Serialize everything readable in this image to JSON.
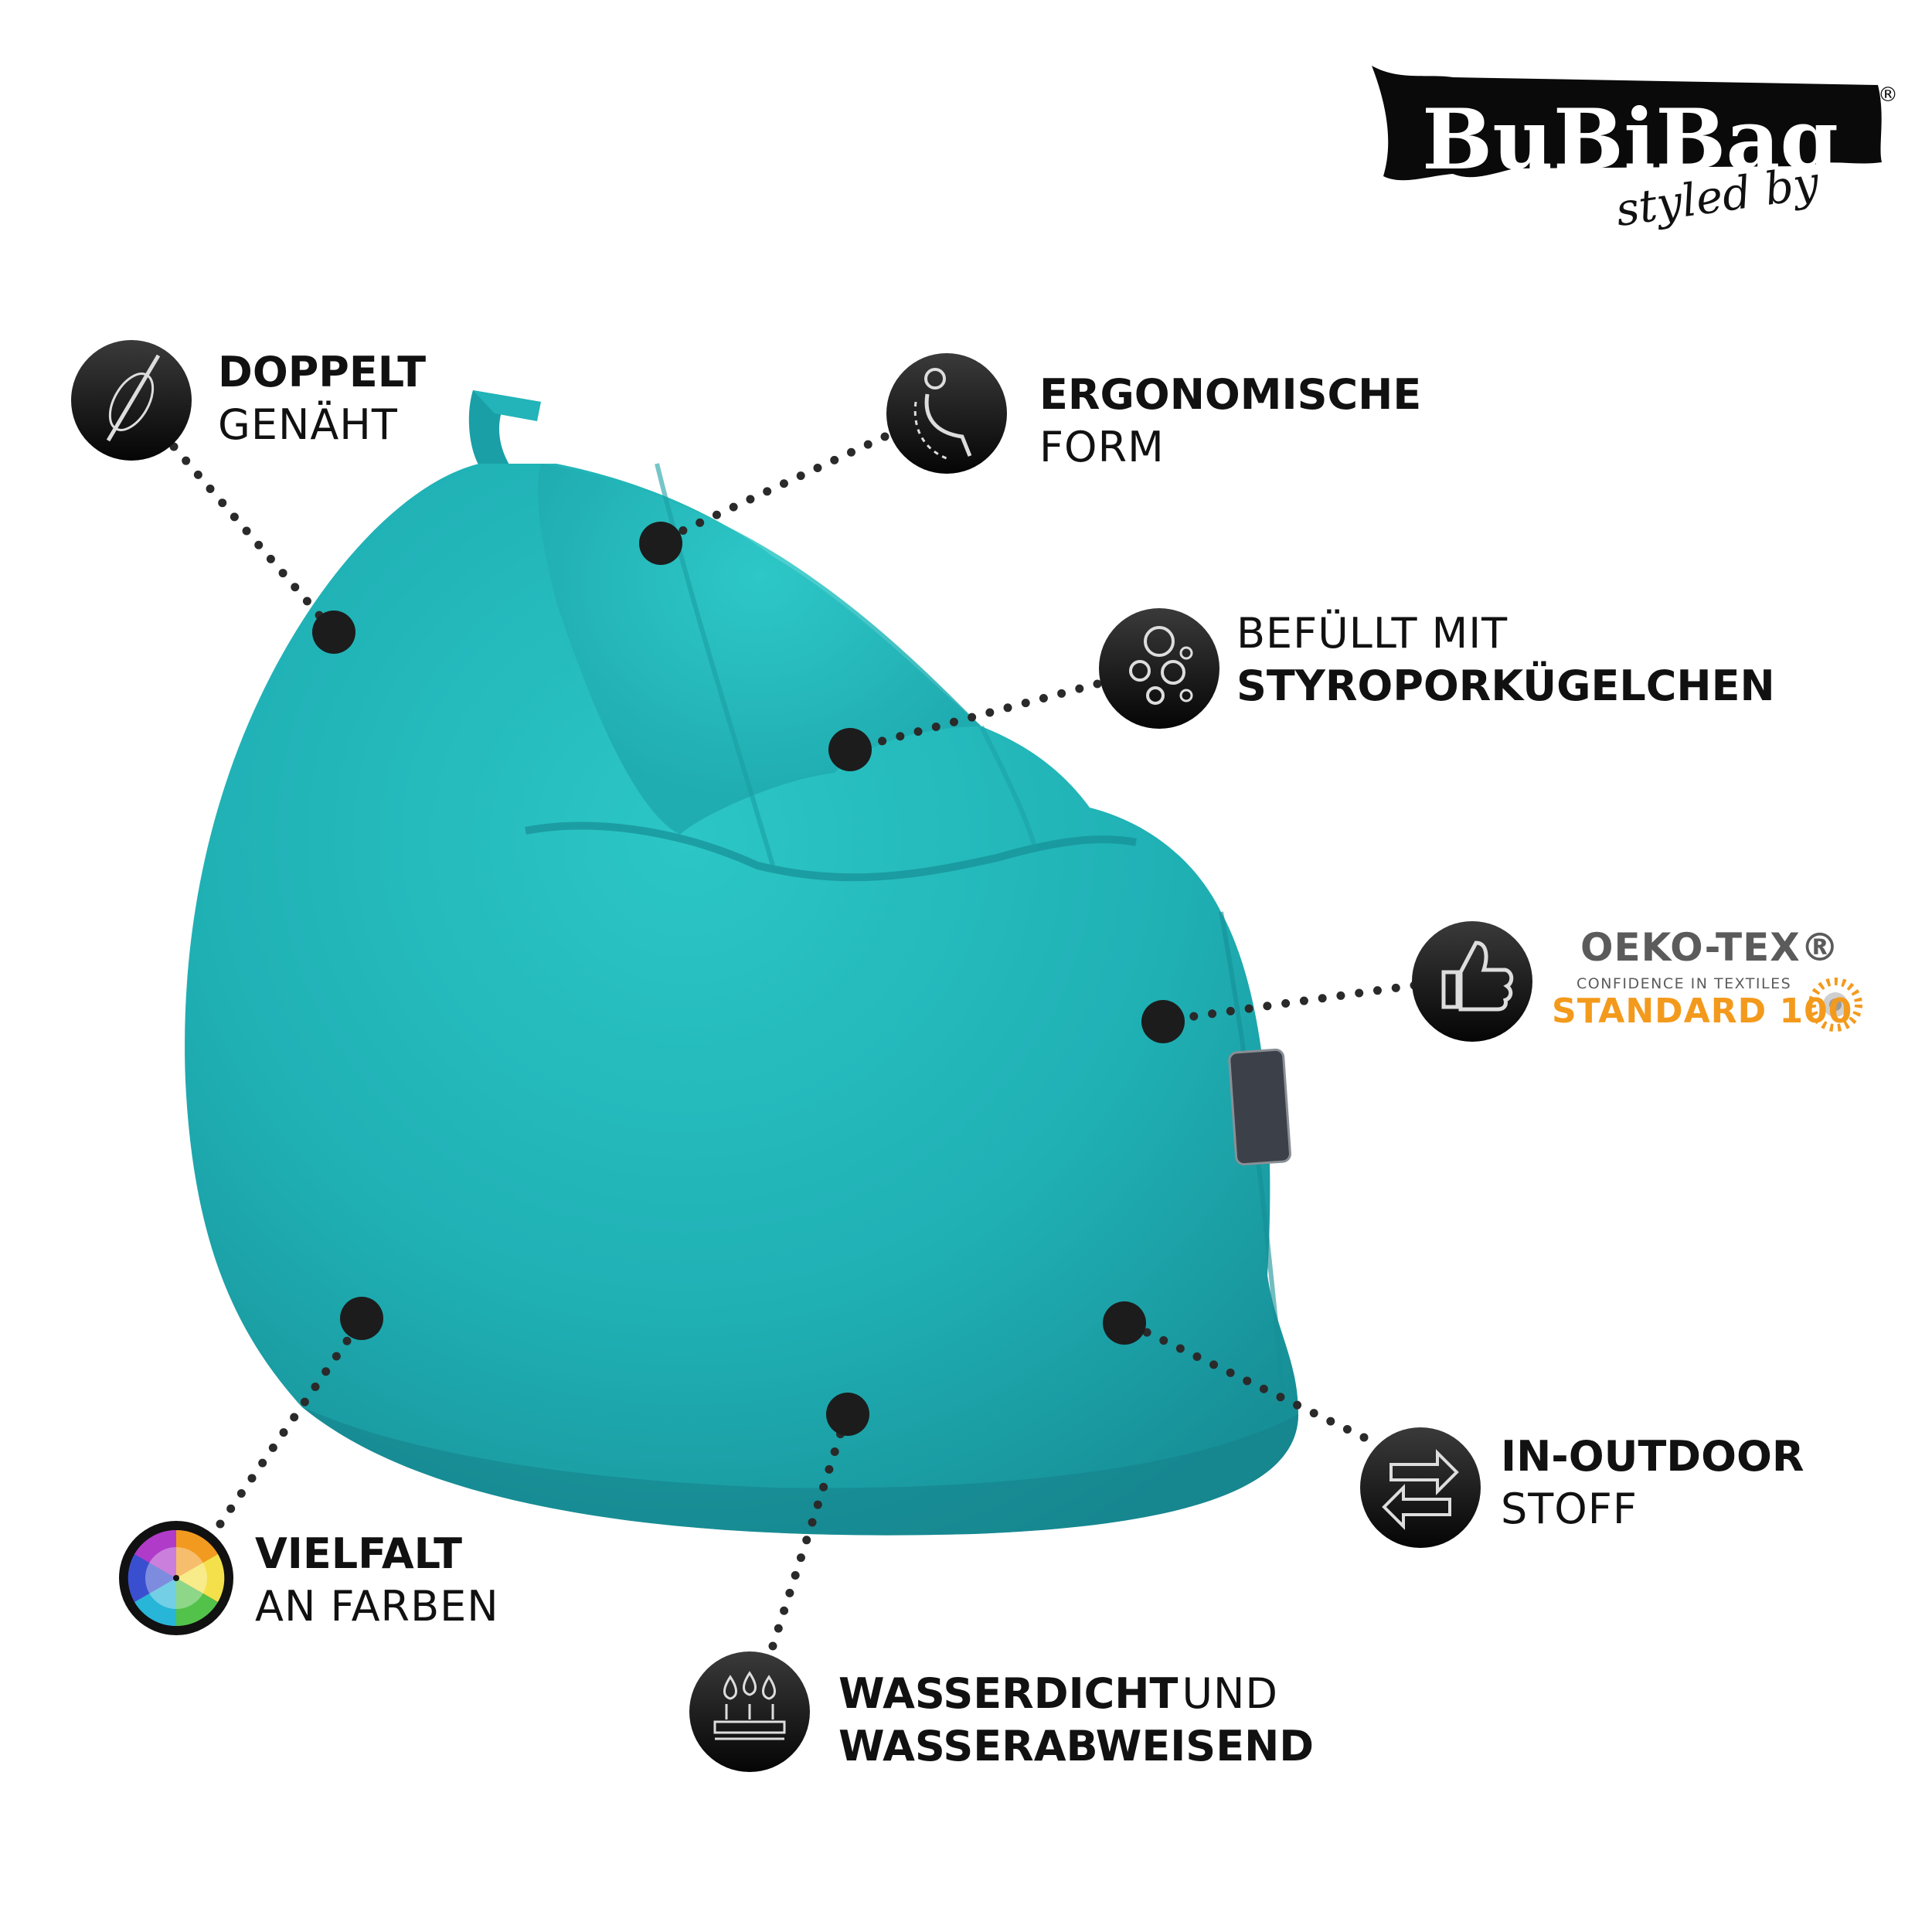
{
  "brand": {
    "name": "BuBiBag",
    "tagline": "styled by",
    "registered": "®"
  },
  "product_color": "#22b3b6",
  "features": {
    "stitching": {
      "bold": "DOPPELT",
      "light": "GENÄHT",
      "icon": "needle-thread-icon"
    },
    "ergonomic": {
      "bold": "ERGONOMISCHE",
      "light": "FORM",
      "icon": "ergonomic-body-icon"
    },
    "filling": {
      "light": "BEFÜLLT MIT",
      "bold": "STYROPORKÜGELCHEN",
      "icon": "bubbles-icon"
    },
    "certification": {
      "icon": "thumbs-up-icon",
      "title": "OEKO-TEX®",
      "subtitle": "CONFIDENCE IN TEXTILES",
      "standard": "STANDARD 100"
    },
    "outdoor": {
      "bold": "IN-OUTDOOR",
      "light": "STOFF",
      "icon": "swap-arrows-icon"
    },
    "colors": {
      "bold": "VIELFALT",
      "light": "AN FARBEN",
      "icon": "color-wheel-icon"
    },
    "waterproof": {
      "bold1": "WASSERDICHT",
      "light": "UND",
      "bold2": "WASSERABWEISEND",
      "icon": "water-drops-icon"
    }
  },
  "colors": {
    "icon_circle": "#111111",
    "dots": "#2a2a2a",
    "oeko_orange": "#f39a1d",
    "oeko_gray": "#5b5b5b"
  }
}
